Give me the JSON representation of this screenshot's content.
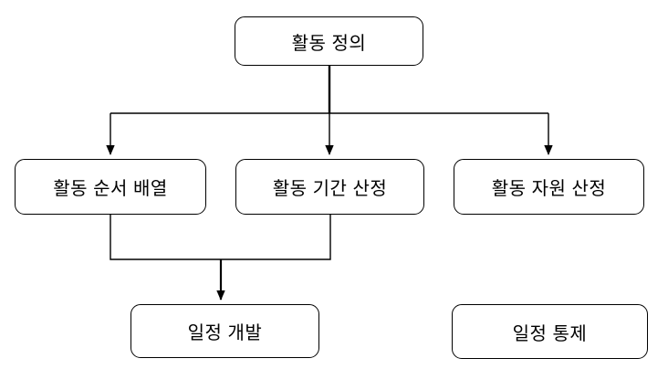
{
  "diagram": {
    "type": "flowchart",
    "background_color": "#ffffff",
    "line_color": "#000000",
    "box_fill_color": "#ffffff",
    "box_border_color": "#000000",
    "text_color": "#000000",
    "nodes": {
      "activity_definition": {
        "label": "활동 정의"
      },
      "activity_sequencing": {
        "label": "활동 순서 배열"
      },
      "activity_duration_estimating": {
        "label": "활동 기간 산정"
      },
      "activity_resource_estimating": {
        "label": "활동 자원 산정"
      },
      "schedule_development": {
        "label": "일정 개발"
      },
      "schedule_control": {
        "label": "일정 통제"
      }
    },
    "edges": [
      {
        "from": "activity_definition",
        "to": "activity_sequencing",
        "arrow": true
      },
      {
        "from": "activity_definition",
        "to": "activity_duration_estimating",
        "arrow": true
      },
      {
        "from": "activity_definition",
        "to": "activity_resource_estimating",
        "arrow": true
      },
      {
        "from": "activity_sequencing",
        "to": "schedule_development",
        "arrow": true
      },
      {
        "from": "activity_duration_estimating",
        "to": "schedule_development",
        "arrow": true
      }
    ],
    "unconnected_nodes": [
      "schedule_control"
    ]
  }
}
